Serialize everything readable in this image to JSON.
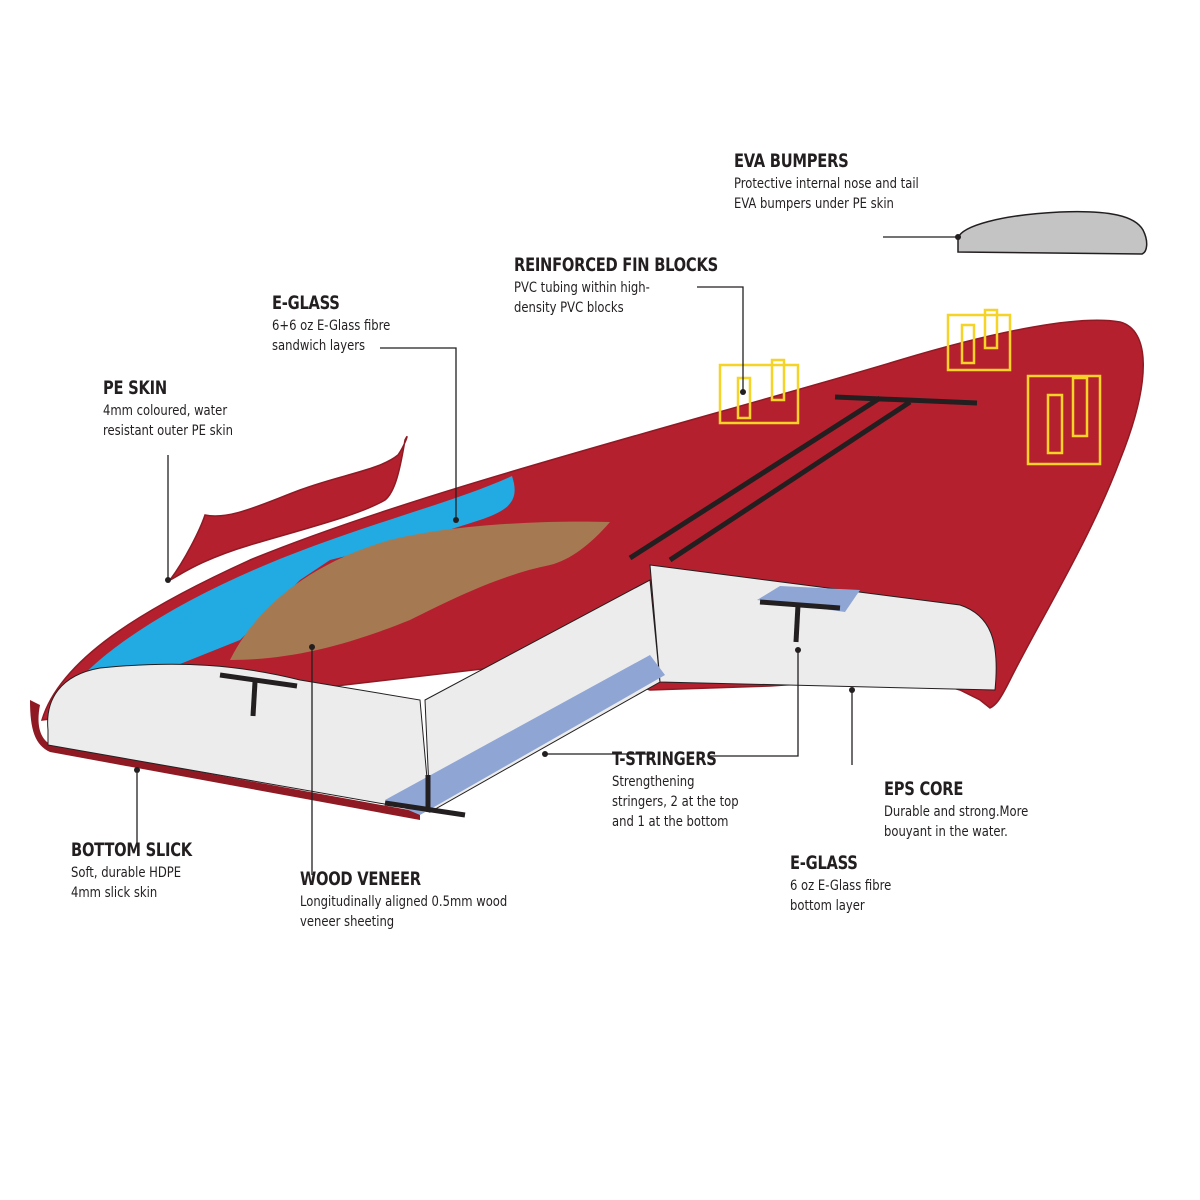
{
  "colors": {
    "pe_skin": "#b5202e",
    "pe_skin_dark": "#8f1a24",
    "e_glass": "#22aae2",
    "wood_veneer": "#a57a52",
    "eps_core": "#ececec",
    "stringer_band": "#8fa5d4",
    "fin_block": "#f5d327",
    "eva_bumper": "#c4c4c4",
    "leader_line": "#231f20"
  },
  "callouts": {
    "eva_bumpers": {
      "title": "EVA BUMPERS",
      "lines": [
        "Protective internal nose and tail",
        "EVA bumpers under PE skin"
      ]
    },
    "fin_blocks": {
      "title": "REINFORCED FIN BLOCKS",
      "lines": [
        "PVC tubing within high-",
        "density PVC blocks"
      ]
    },
    "e_glass_top": {
      "title": "E-GLASS",
      "lines": [
        "6+6 oz E-Glass fibre",
        "sandwich layers"
      ]
    },
    "pe_skin": {
      "title": "PE SKIN",
      "lines": [
        "4mm coloured, water",
        "resistant outer PE skin"
      ]
    },
    "bottom_slick": {
      "title": "BOTTOM SLICK",
      "lines": [
        "Soft, durable HDPE",
        "4mm slick skin"
      ]
    },
    "wood_veneer": {
      "title": "WOOD VENEER",
      "lines": [
        "Longitudinally aligned 0.5mm wood",
        "veneer sheeting"
      ]
    },
    "t_stringers": {
      "title": "T-STRINGERS",
      "lines": [
        "Strengthening",
        "stringers, 2 at the top",
        "and 1 at the bottom"
      ]
    },
    "eps_core": {
      "title": "EPS CORE",
      "lines": [
        "Durable and strong.More",
        "bouyant in the water."
      ]
    },
    "e_glass_bottom": {
      "title": "E-GLASS",
      "lines": [
        "6 oz E-Glass fibre",
        "bottom layer"
      ]
    }
  }
}
